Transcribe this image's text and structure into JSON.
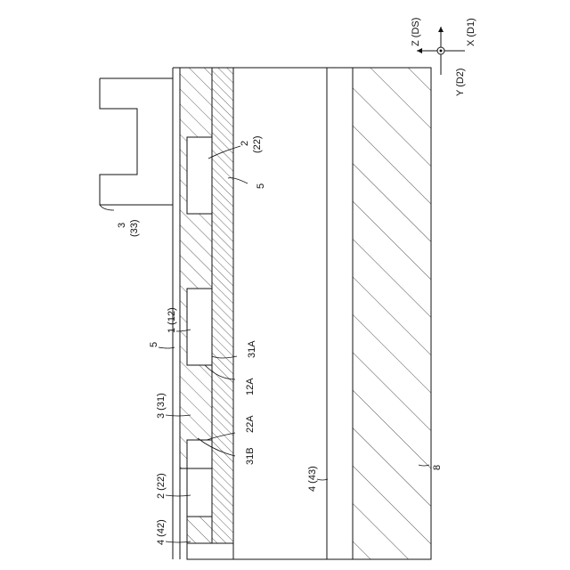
{
  "labels": {
    "axis_z": "Z (DS)",
    "axis_x": "X (D1)",
    "axis_y": "Y (D2)",
    "ref_3_top": "3",
    "ref_3_sub": "(33)",
    "ref_2_top": "2",
    "ref_2_sub": "(22)",
    "ref_5_right": "5",
    "ref_5_left": "5",
    "ref_1_12": "1 (12)",
    "ref_31a": "31A",
    "ref_12a": "12A",
    "ref_3_31": "3 (31)",
    "ref_22a": "22A",
    "ref_31b": "31B",
    "ref_2_22": "2 (22)",
    "ref_4_43": "4 (43)",
    "ref_4_42": "4 (42)",
    "ref_8": "8"
  }
}
